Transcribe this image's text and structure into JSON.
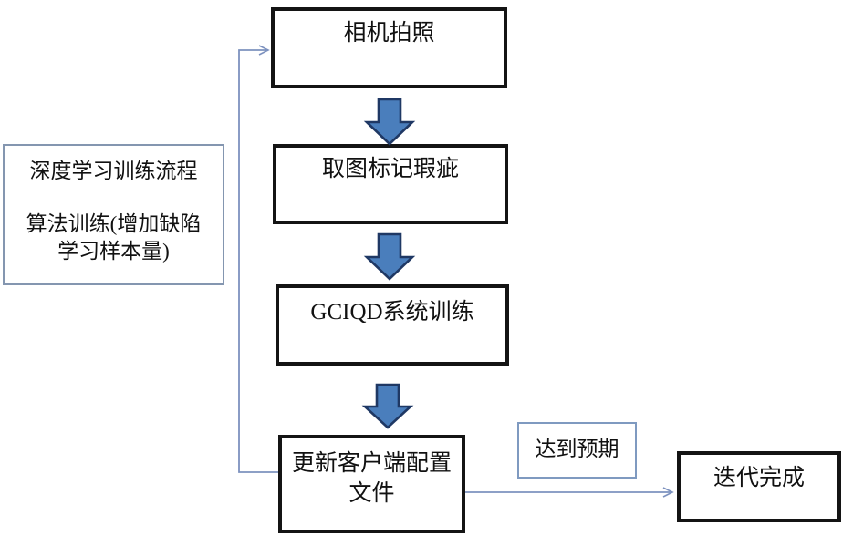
{
  "diagram": {
    "title": "deep-learning-training-flowchart",
    "nodes": {
      "camera": {
        "label": "相机拍照"
      },
      "mark": {
        "label": "取图标记瑕疵"
      },
      "train": {
        "label": "GCIQD系统训练"
      },
      "update": {
        "label": "更新客户端配置文件"
      },
      "done": {
        "label": "迭代完成"
      }
    },
    "annotations": {
      "process_label": {
        "line1": "深度学习训练流程",
        "line2": "算法训练(增加缺陷",
        "line3": "学习样本量)"
      },
      "condition": {
        "label": "达到预期"
      }
    },
    "edges": [
      {
        "from": "camera",
        "to": "mark",
        "style": "block-arrow-down"
      },
      {
        "from": "mark",
        "to": "train",
        "style": "block-arrow-down"
      },
      {
        "from": "train",
        "to": "update",
        "style": "block-arrow-down"
      },
      {
        "from": "update",
        "to": "done",
        "style": "thin-arrow-right",
        "label": "达到预期"
      },
      {
        "from": "update",
        "to": "camera",
        "style": "thin-arrow-feedback-loop"
      }
    ],
    "colors": {
      "node_border": "#141414",
      "soft_border": "#8496b0",
      "condition_border": "#7f9ac0",
      "connector": "#7d92bf",
      "block_arrow_fill": "#4a7ebc",
      "block_arrow_stroke": "#1f3864",
      "background": "#ffffff",
      "text": "#111111"
    }
  }
}
